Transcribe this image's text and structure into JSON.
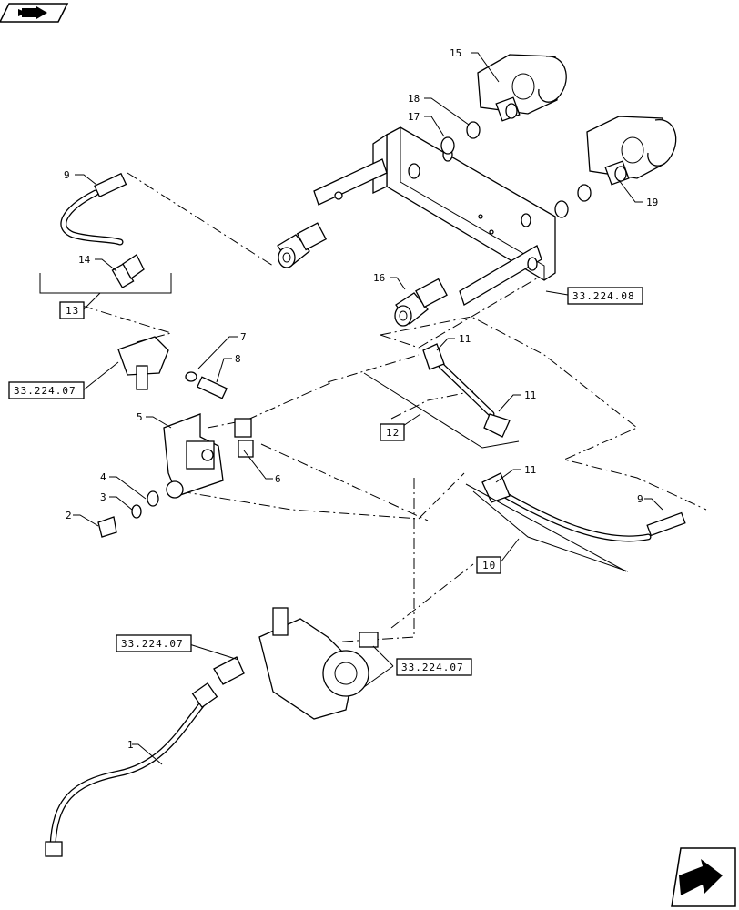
{
  "callouts": {
    "c1": "1",
    "c2": "2",
    "c3": "3",
    "c4": "4",
    "c5": "5",
    "c6": "6",
    "c7": "7",
    "c8": "8",
    "c9a": "9",
    "c9b": "9",
    "c11a": "11",
    "c11b": "11",
    "c11c": "11",
    "c14": "14",
    "c15": "15",
    "c16": "16",
    "c17": "17",
    "c18": "18",
    "c19": "19"
  },
  "boxed": {
    "b10": "10",
    "b12": "12",
    "b13": "13"
  },
  "refs": {
    "r1": "33.224.07",
    "r2": "33.224.08",
    "r3": "33.224.07",
    "r4": "33.224.07"
  },
  "icons": {
    "top_left": "book-arrow-icon",
    "bottom_right": "next-page-arrow-icon"
  }
}
